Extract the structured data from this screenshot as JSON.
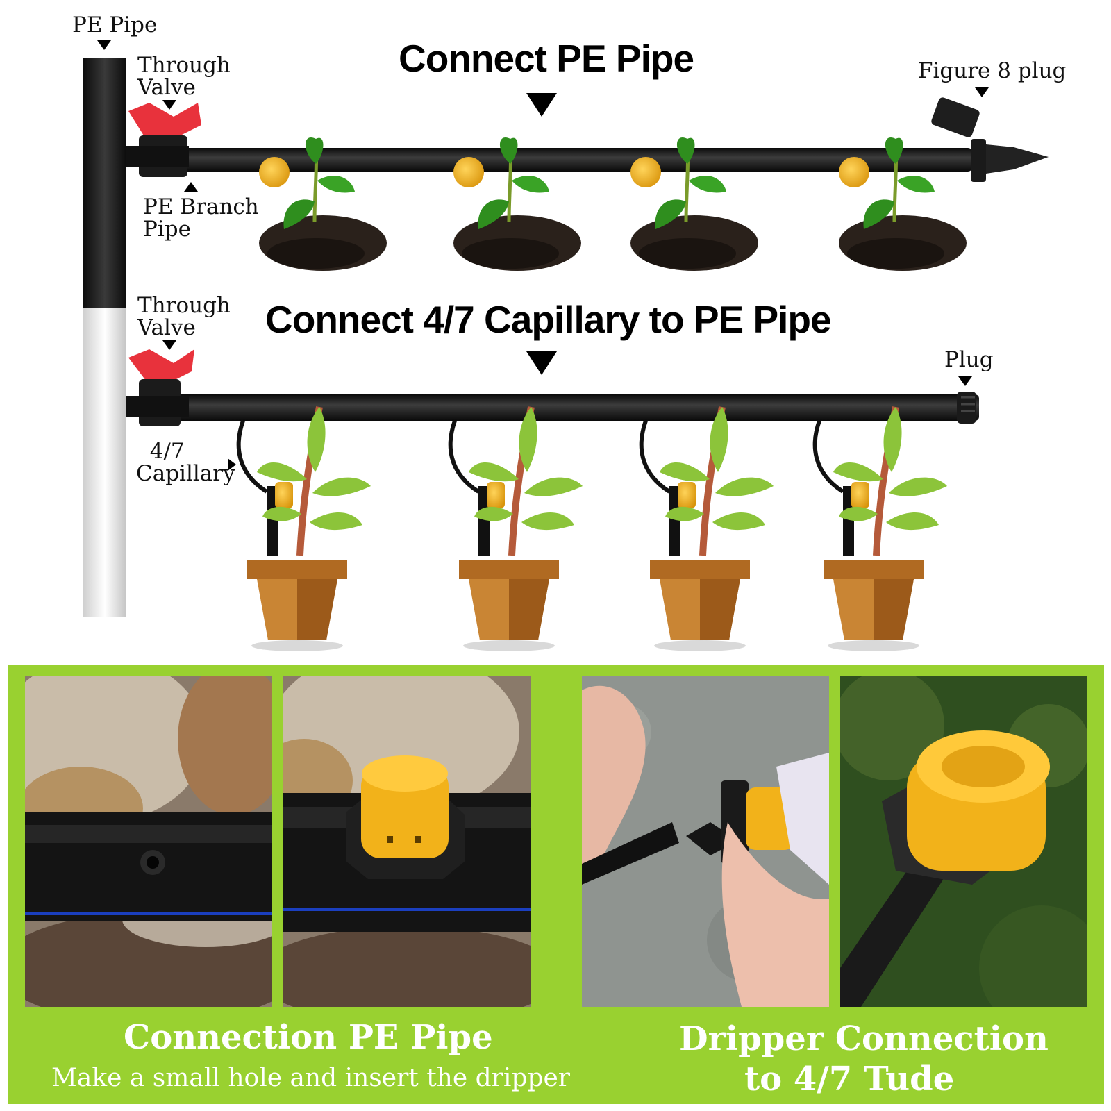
{
  "diagram": {
    "top_title": "Connect PE Pipe",
    "middle_title": "Connect 4/7 Capillary to PE Pipe",
    "labels": {
      "pe_pipe": "PE Pipe",
      "through_valve_top": "Through\nValve",
      "pe_branch_pipe": "PE Branch\nPipe",
      "figure_8_plug": "Figure 8 plug",
      "through_valve_bottom": "Through\nValve",
      "plug": "Plug",
      "capillary": "  4/7\nCapillary"
    }
  },
  "panels": {
    "left": {
      "title": "Connection PE Pipe",
      "subtitle": "Make a small hole and insert the dripper"
    },
    "right": {
      "title_line1": "Dripper Connection",
      "title_line2": "to 4/7 Tude"
    }
  },
  "colors": {
    "panel_green": "#99d130",
    "pipe_black": "#1c1c1c",
    "valve_red": "#e8323c",
    "dripper_yellow": "#f2b21a",
    "pot_brown": "#b06a22",
    "leaf_green": "#2f8e1e"
  }
}
